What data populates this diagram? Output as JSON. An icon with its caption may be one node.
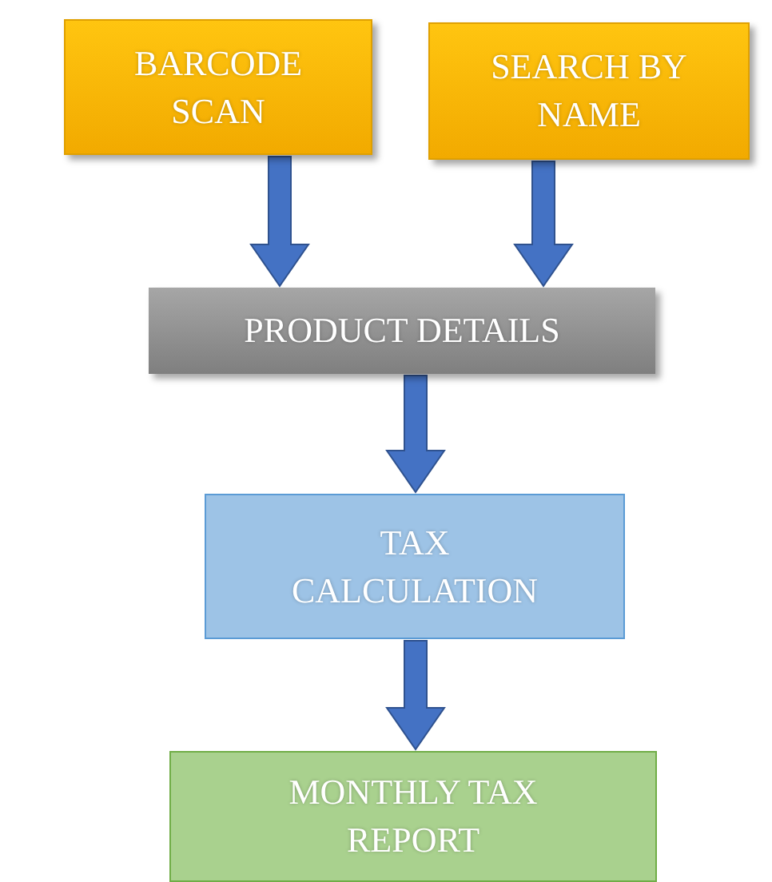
{
  "diagram": {
    "nodes": [
      {
        "text": [
          "BARCODE SCAN"
        ]
      },
      {
        "text": [
          "SEARCH BY NAME"
        ]
      },
      {
        "text": [
          "PRODUCT DETAILS"
        ]
      },
      {
        "text": [
          "TAX CALCULATION"
        ]
      },
      {
        "text": [
          "MONTHLY TAX REPORT"
        ]
      }
    ],
    "edges": [
      {
        "from": 0,
        "to": 2,
        "arrow": "to"
      },
      {
        "from": 1,
        "to": 2,
        "arrow": "to"
      },
      {
        "from": 2,
        "to": 3,
        "arrow": "to"
      },
      {
        "from": 3,
        "to": 4,
        "arrow": "to"
      }
    ]
  }
}
